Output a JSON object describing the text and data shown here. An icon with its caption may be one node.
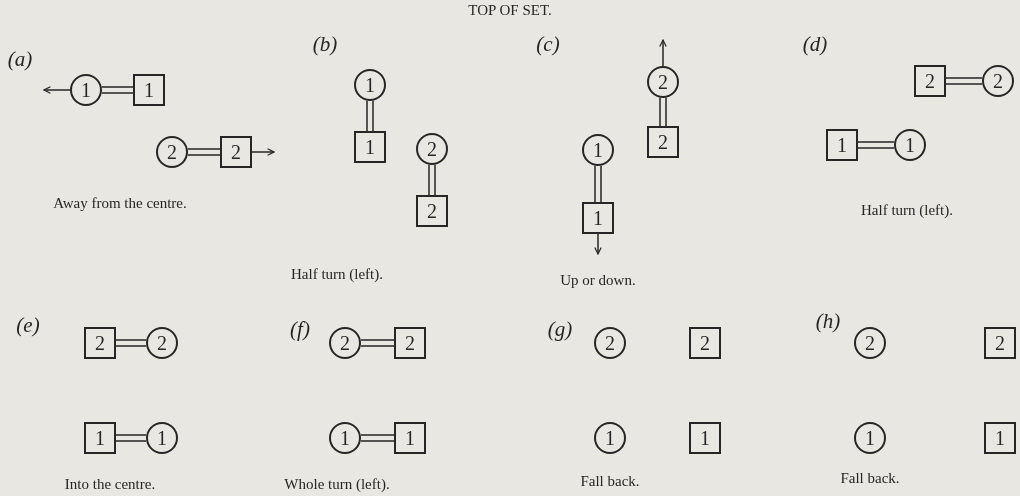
{
  "diagram": {
    "nodes": [
      {
        "text": [
          "1"
        ]
      },
      {
        "text": [
          "1"
        ]
      },
      {
        "text": [
          "2"
        ]
      },
      {
        "text": [
          "2"
        ]
      },
      {
        "text": [
          "1"
        ]
      },
      {
        "text": [
          "1"
        ]
      },
      {
        "text": [
          "2"
        ]
      },
      {
        "text": [
          "2"
        ]
      },
      {
        "text": [
          "2"
        ]
      },
      {
        "text": [
          "2"
        ]
      },
      {
        "text": [
          "1"
        ]
      },
      {
        "text": [
          "1"
        ]
      },
      {
        "text": [
          "2"
        ]
      },
      {
        "text": [
          "2"
        ]
      },
      {
        "text": [
          "1"
        ]
      },
      {
        "text": [
          "1"
        ]
      },
      {
        "text": [
          "2"
        ]
      },
      {
        "text": [
          "2"
        ]
      },
      {
        "text": [
          "1"
        ]
      },
      {
        "text": [
          "1"
        ]
      },
      {
        "text": [
          "2"
        ]
      },
      {
        "text": [
          "2"
        ]
      },
      {
        "text": [
          "1"
        ]
      },
      {
        "text": [
          "1"
        ]
      },
      {
        "text": [
          "2"
        ]
      },
      {
        "text": [
          "2"
        ]
      },
      {
        "text": [
          "1"
        ]
      },
      {
        "text": [
          "1"
        ]
      },
      {
        "text": [
          "2"
        ]
      },
      {
        "text": [
          "2"
        ]
      },
      {
        "text": [
          "1"
        ]
      },
      {
        "text": [
          "1"
        ]
      }
    ],
    "edges": [
      {
        "from": 0,
        "to": 1,
        "arrow": "none"
      },
      {
        "from": 2,
        "to": 3,
        "arrow": "none"
      },
      {
        "from": 4,
        "to": 5,
        "arrow": "none"
      },
      {
        "from": 6,
        "to": 7,
        "arrow": "none"
      },
      {
        "from": 8,
        "to": 9,
        "arrow": "none"
      },
      {
        "from": 10,
        "to": 11,
        "arrow": "none"
      },
      {
        "from": 12,
        "to": 13,
        "arrow": "none"
      },
      {
        "from": 14,
        "to": 15,
        "arrow": "none"
      },
      {
        "from": 16,
        "to": 17,
        "arrow": "none"
      },
      {
        "from": 18,
        "to": 19,
        "arrow": "none"
      },
      {
        "from": 20,
        "to": 21,
        "arrow": "none"
      },
      {
        "from": 22,
        "to": 23,
        "arrow": "none"
      },
      {
        "from": 0,
        "to": null,
        "arrow": "to"
      },
      {
        "from": 3,
        "to": null,
        "arrow": "to"
      },
      {
        "from": 8,
        "to": null,
        "arrow": "to"
      },
      {
        "from": 11,
        "to": null,
        "arrow": "to"
      }
    ],
    "labels": [
      "TOP OF SET.",
      "(a)",
      "(b)",
      "(c)",
      "(d)",
      "Away from the centre.",
      "Half turn (left).",
      "Up or down.",
      "Half turn (left).",
      "(e)",
      "(f)",
      "(g)",
      "(h)",
      "Into the centre.",
      "Whole turn (left).",
      "Fall back.",
      "Fall back."
    ]
  }
}
